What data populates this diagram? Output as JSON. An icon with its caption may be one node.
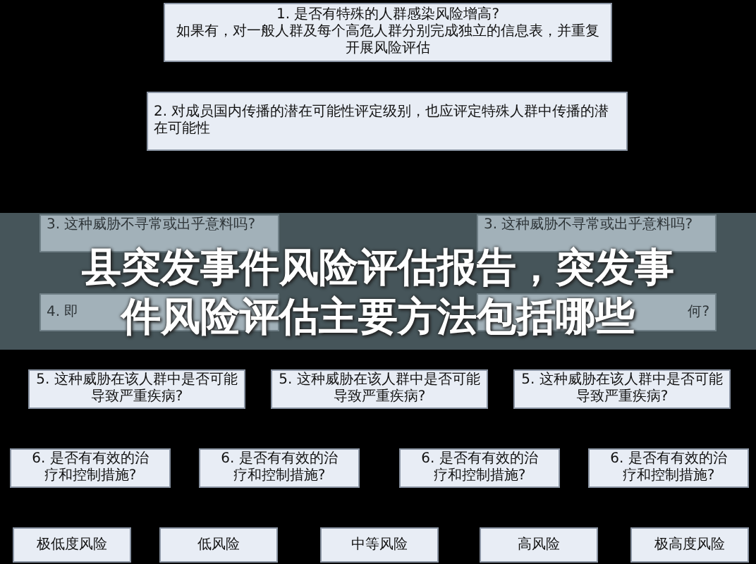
{
  "diagram": {
    "title": "县突发事件风险评估报告，突发事件风险评估主要方法包括哪些",
    "nodes": [
      {
        "text": [
          "1. 是否有特殊的人群感染风险增高?",
          "如果有，对一般人群及每个高危人群分别完成独立的信息表，并重复开展风险评估"
        ]
      },
      {
        "text": [
          "2. 对成员国内传播的潜在可能性评定级别，也应评定特殊人群中传播的潜在可能性"
        ]
      },
      {
        "text": [
          "3. 这种威胁不寻常或出乎意料吗?"
        ]
      },
      {
        "text": [
          "3. 这种威胁不寻常或出乎意料吗?"
        ]
      },
      {
        "text": [
          "4. 即"
        ]
      },
      {
        "text": [
          "何?"
        ]
      },
      {
        "text": [
          "5. 这种威胁在该人群中是否可能导致严重疾病?"
        ]
      },
      {
        "text": [
          "5. 这种威胁在该人群中是否可能导致严重疾病?"
        ]
      },
      {
        "text": [
          "5. 这种威胁在该人群中是否可能导致严重疾病?"
        ]
      },
      {
        "text": [
          "6. 是否有有效的治疗和控制措施?"
        ]
      },
      {
        "text": [
          "6. 是否有有效的治疗和控制措施?"
        ]
      },
      {
        "text": [
          "6. 是否有有效的治疗和控制措施?"
        ]
      },
      {
        "text": [
          "6. 是否有有效的治疗和控制措施?"
        ]
      },
      {
        "text": [
          "极低度风险"
        ]
      },
      {
        "text": [
          "低风险"
        ]
      },
      {
        "text": [
          "中等风险"
        ]
      },
      {
        "text": [
          "高风险"
        ]
      },
      {
        "text": [
          "极高度风险"
        ]
      }
    ]
  }
}
